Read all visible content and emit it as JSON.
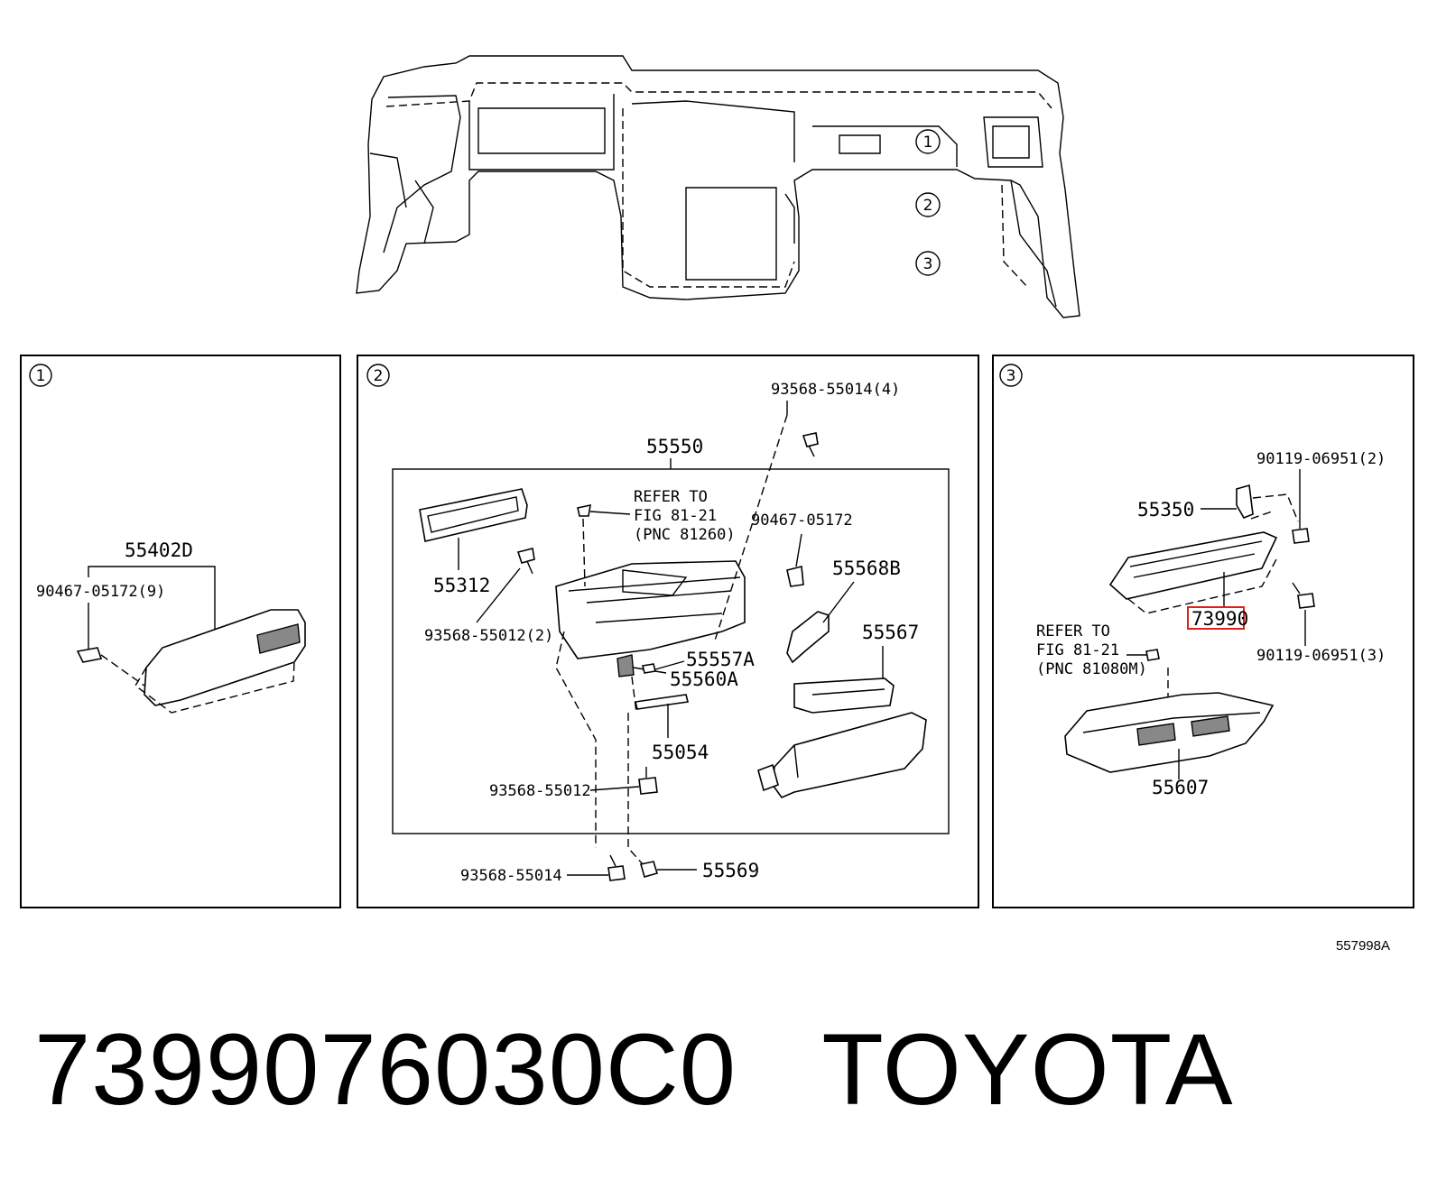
{
  "overview": {
    "markers": [
      "1",
      "2",
      "3"
    ]
  },
  "panels": [
    {
      "number": "1",
      "labels": {
        "part_55402D": "55402D",
        "part_9046705172": "90467-05172(9)"
      }
    },
    {
      "number": "2",
      "labels": {
        "part_9356855014_4": "93568-55014(4)",
        "part_55550": "55550",
        "refer_line1": "REFER TO",
        "refer_line2": "FIG 81-21",
        "refer_line3": "(PNC 81260)",
        "part_9046705172": "90467-05172",
        "part_55312": "55312",
        "part_55568B": "55568B",
        "part_55567": "55567",
        "part_9356855012_2": "93568-55012(2)",
        "part_55557A": "55557A",
        "part_55560A": "55560A",
        "part_55054": "55054",
        "part_9356855012": "93568-55012",
        "part_9356855014": "93568-55014",
        "part_55569": "55569"
      }
    },
    {
      "number": "3",
      "labels": {
        "part_9011906951_2": "90119-06951(2)",
        "part_55350": "55350",
        "part_73990": "73990",
        "refer_line1": "REFER TO",
        "refer_line2": "FIG 81-21",
        "refer_line3": "(PNC 81080M)",
        "part_9011906951_3": "90119-06951(3)",
        "part_55607": "55607"
      }
    }
  ],
  "highlight_color": "#e0201b",
  "diagram_id": "557998A",
  "footer": {
    "part_number": "7399076030C0",
    "brand": "TOYOTA"
  }
}
